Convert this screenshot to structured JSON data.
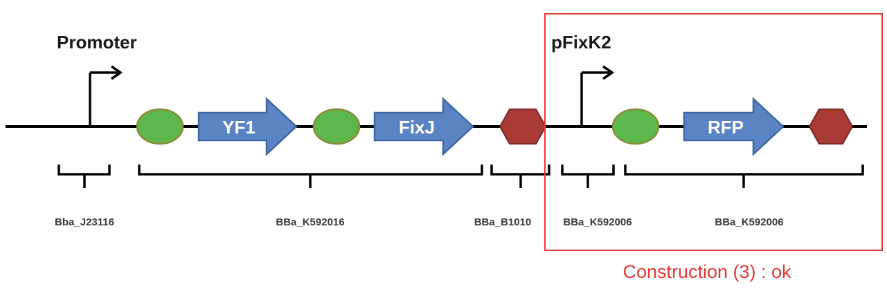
{
  "promoters": [
    {
      "label": "Promoter"
    },
    {
      "label": "pFixK2"
    }
  ],
  "cds": [
    {
      "label": "YF1"
    },
    {
      "label": "FixJ"
    },
    {
      "label": "RFP"
    }
  ],
  "biobricks": [
    {
      "label": "Bba_J23116"
    },
    {
      "label": "BBa_K592016"
    },
    {
      "label": "BBa_B1010"
    },
    {
      "label": "BBa_K592006"
    },
    {
      "label": "BBa_K592006"
    }
  ],
  "construction": {
    "caption": "Construction (3) : ok"
  },
  "colors": {
    "backbone": "#000000",
    "rbs_fill": "#5cb84a",
    "rbs_stroke": "#8a8a3a",
    "cds_fill": "#5b84c4",
    "cds_stroke": "#3e67a6",
    "terminator_fill": "#a93a36",
    "terminator_stroke": "#7d2522",
    "box_stroke": "#e53935"
  }
}
